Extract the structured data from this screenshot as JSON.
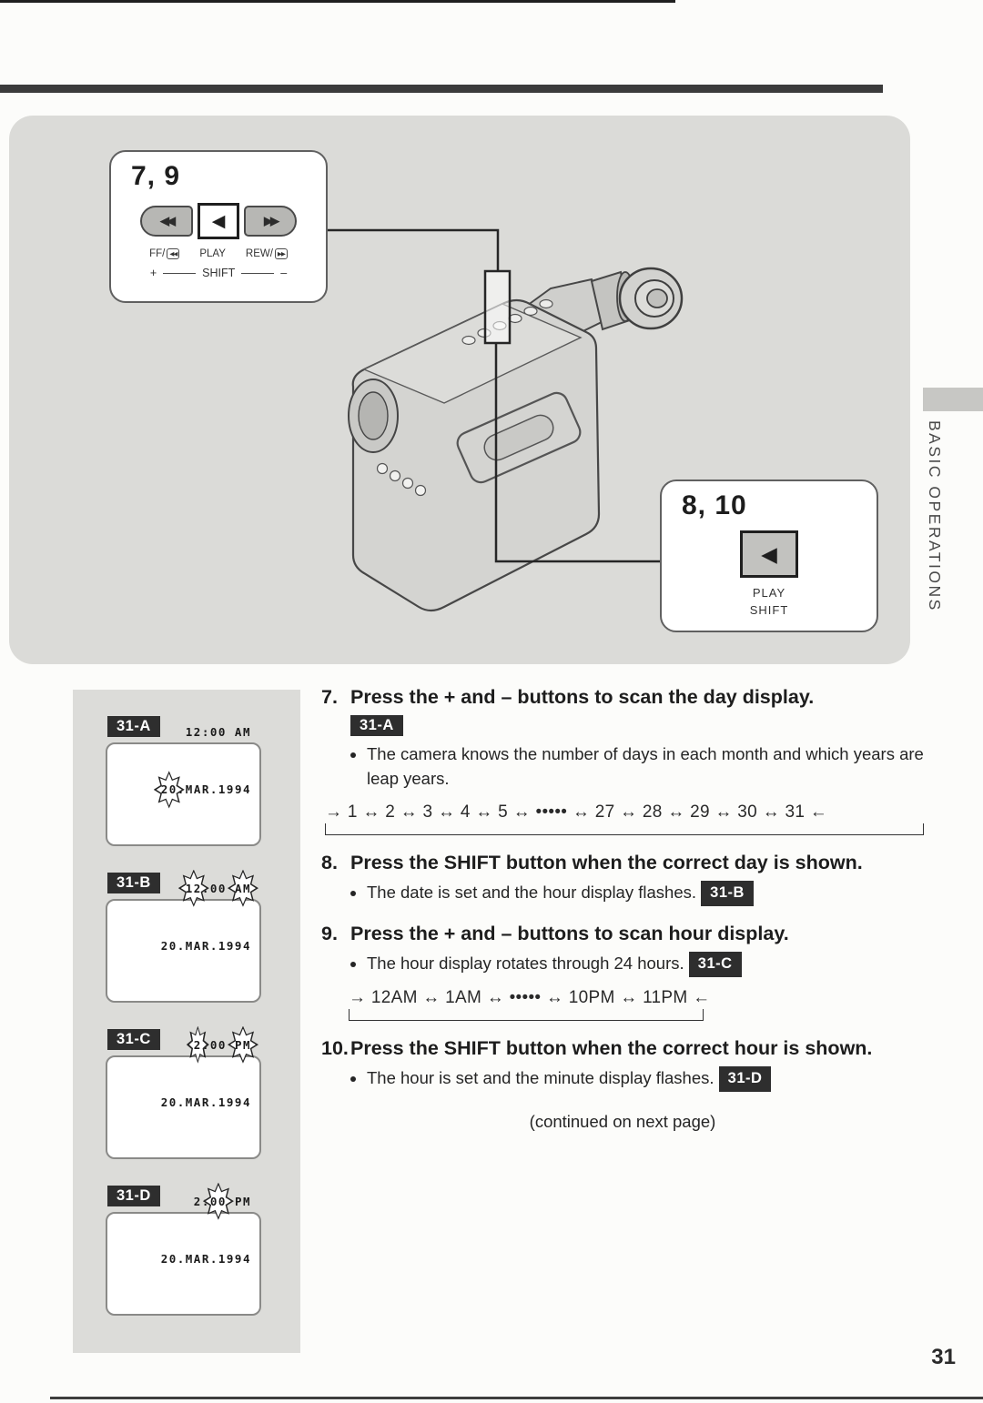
{
  "page": {
    "number": "31",
    "side_tab_label": "BASIC OPERATIONS",
    "continued_note": "(continued on next page)"
  },
  "figure": {
    "callout_7_9": {
      "label": "7, 9",
      "ff_button_icon": "◀◀",
      "play_button_icon": "◀",
      "rew_button_icon": "▶▶",
      "ff_label": "FF/",
      "ff_label_icon": "◀◀",
      "play_label": "PLAY",
      "rew_label": "REW/",
      "rew_label_icon": "▶▶",
      "plus_label": "+",
      "shift_label": "SHIFT",
      "minus_label": "–"
    },
    "callout_8_10": {
      "label": "8, 10",
      "play_button_icon": "◀",
      "play_label": "PLAY",
      "shift_label": "SHIFT"
    }
  },
  "steps": [
    {
      "number": "7.",
      "title": "Press the + and – buttons to scan the day display.",
      "badge": "31-A",
      "bullet": "The camera knows the number of days in each month and which years are leap years.",
      "sequence": "→ 1 ↔ 2 ↔ 3 ↔ 4 ↔ 5 ↔ ••••• ↔ 27 ↔ 28 ↔ 29 ↔ 30 ↔ 31 ←"
    },
    {
      "number": "8.",
      "title": "Press the SHIFT button when the correct day is shown.",
      "bullet": "The date is set and the hour display flashes.",
      "bullet_badge": "31-B"
    },
    {
      "number": "9.",
      "title": "Press the + and – buttons to scan hour display.",
      "bullet": "The hour display rotates through 24 hours.",
      "bullet_badge": "31-C",
      "sequence": "→ 12AM ↔ 1AM ↔ ••••• ↔ 10PM ↔ 11PM ←"
    },
    {
      "number": "10.",
      "title": "Press the SHIFT button when the correct hour is shown.",
      "bullet": "The hour is set and the minute display flashes.",
      "bullet_badge": "31-D"
    }
  ],
  "displays": {
    "a": {
      "badge": "31-A",
      "time": [
        {
          "t": "12:00 AM",
          "flash": false
        }
      ],
      "date": [
        {
          "t": "20",
          "flash": true
        },
        {
          "t": ".MAR.1994",
          "flash": false
        }
      ]
    },
    "b": {
      "badge": "31-B",
      "time": [
        {
          "t": "12",
          "flash": true
        },
        {
          "t": ":00 ",
          "flash": false
        },
        {
          "t": "AM",
          "flash": true
        }
      ],
      "date": [
        {
          "t": "20.MAR.1994",
          "flash": false
        }
      ]
    },
    "c": {
      "badge": "31-C",
      "time": [
        {
          "t": "2",
          "flash": true
        },
        {
          "t": ":00 ",
          "flash": false
        },
        {
          "t": "PM",
          "flash": true
        }
      ],
      "date": [
        {
          "t": "20.MAR.1994",
          "flash": false
        }
      ]
    },
    "d": {
      "badge": "31-D",
      "time": [
        {
          "t": "2:",
          "flash": false
        },
        {
          "t": "00",
          "flash": true
        },
        {
          "t": " PM",
          "flash": false
        }
      ],
      "date": [
        {
          "t": "20.MAR.1994",
          "flash": false
        }
      ]
    }
  }
}
